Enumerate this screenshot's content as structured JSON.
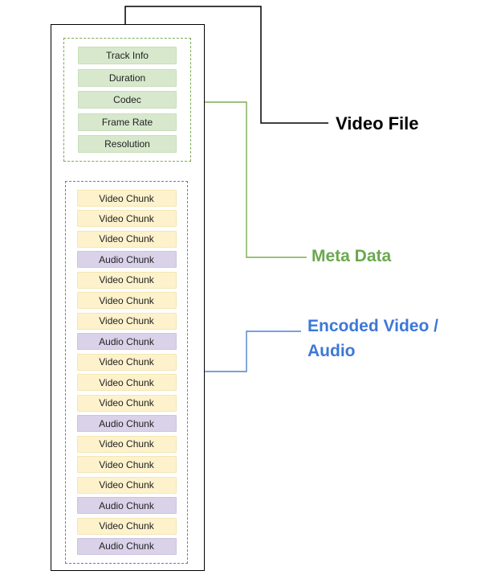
{
  "diagram": {
    "labels": {
      "video_file": "Video File",
      "meta_data": "Meta Data",
      "encoded": "Encoded Video / Audio"
    },
    "colors": {
      "outer_border": "#000000",
      "meta_box_border": "#7cab55",
      "meta_item_fill": "#d7e8cd",
      "chunk_box_border": "#4d82cf",
      "video_chunk_fill": "#fdf2cc",
      "audio_chunk_fill": "#d9d2e9",
      "video_file_label": "#000000",
      "meta_data_label": "#6aa84f",
      "encoded_label": "#3c78d8"
    },
    "meta_items": [
      "Track Info",
      "Duration",
      "Codec",
      "Frame Rate",
      "Resolution"
    ],
    "chunks": [
      "Video Chunk",
      "Video Chunk",
      "Video Chunk",
      "Audio Chunk",
      "Video Chunk",
      "Video Chunk",
      "Video Chunk",
      "Audio Chunk",
      "Video Chunk",
      "Video Chunk",
      "Video Chunk",
      "Audio Chunk",
      "Video Chunk",
      "Video Chunk",
      "Video Chunk",
      "Audio Chunk",
      "Video Chunk",
      "Audio Chunk"
    ]
  }
}
